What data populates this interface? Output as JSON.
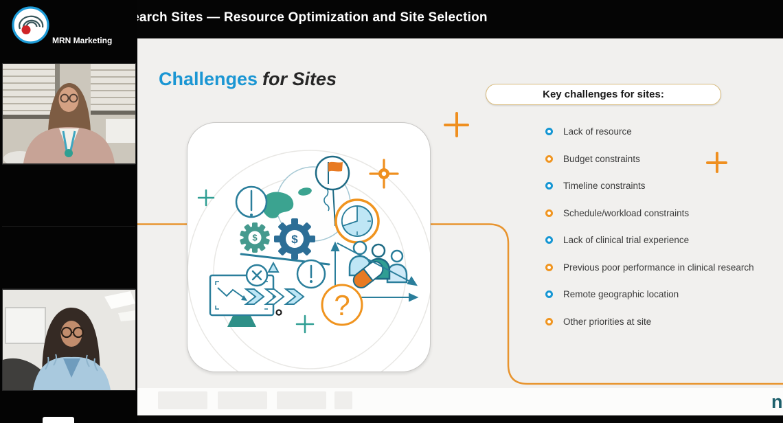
{
  "header": {
    "title": "Clinical Research Sites — Resource Optimization and Site Selection"
  },
  "sidebar": {
    "brand": "MRN Marketing",
    "participants": {
      "videos_on": 2,
      "videos_off": 2
    }
  },
  "slide": {
    "title": {
      "highlight": "Challenges",
      "rest": "for Sites"
    },
    "callout": "Key challenges for sites:",
    "bullets": [
      "Lack of resource",
      "Budget constraints",
      "Timeline constraints",
      "Schedule/workload constraints",
      "Lack of clinical trial experience",
      "Previous poor performance in clinical research",
      "Remote geographic location",
      "Other priorities at site"
    ],
    "partial_logo": "n"
  },
  "colors": {
    "accent_blue": "#1b96d3",
    "accent_orange": "#ef8f1f",
    "bullet_blue": "#1596d3",
    "bullet_orange": "#f09520",
    "callout_border": "#d9bc7e",
    "illustration_teal": "#2f9e93",
    "illustration_steel_blue": "#2c6e96",
    "slide_background": "#f1f0ee"
  },
  "icons": [
    "brand-logo-icon",
    "globe-icon",
    "flag-icon",
    "clock-icon",
    "gear-dollar-icon",
    "alert-icon",
    "x-mark-icon",
    "monitor-chart-icon",
    "chevron-arrows-icon",
    "question-mark-icon",
    "team-icon",
    "capsule-icon",
    "compass-icon",
    "plus-icon",
    "seesaw-icon"
  ]
}
